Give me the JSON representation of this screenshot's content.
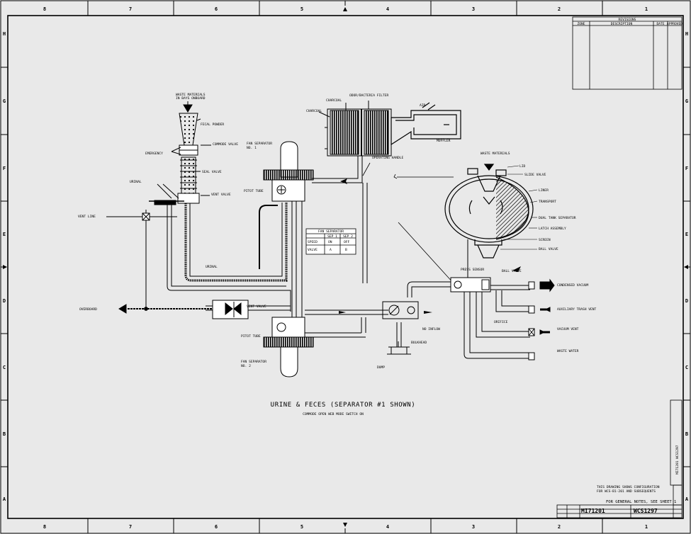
{
  "drawing": {
    "title": "URINE & FECES (SEPARATOR #1 SHOWN)",
    "subtitle": "COMMODE OPEN WEB MODE SWITCH ON"
  },
  "zones": {
    "columns": [
      "8",
      "7",
      "6",
      "5",
      "4",
      "3",
      "2",
      "1"
    ],
    "rows": [
      "H",
      "G",
      "F",
      "E",
      "D",
      "C",
      "B",
      "A"
    ]
  },
  "labels": {
    "waste_input": "WASTE MATERIALS",
    "waste_input2": "IN BAYS ONBOARD",
    "fecal_powder": "FECAL POWDER",
    "emergency": "EMERGENCY",
    "commode_valve": "COMMODE VALVE",
    "seal_valve": "SEAL VALVE",
    "vent_valve": "VENT VALVE",
    "urinal": "URINAL",
    "vent_line": "VENT LINE",
    "pitot_tube_1": "PITOT TUBE",
    "pitot_tube_2": "PITOT TUBE",
    "fan_sep_1": "FAN SEPARATOR",
    "fan_sep_2": "FAN SEPARATOR",
    "sep_no1": "NO. 1",
    "sep_no2": "NO. 2",
    "charcoal": "CHARCOAL",
    "odor_filter": "ODOR/BACTERIA FILTER",
    "muffler": "MUFFLER",
    "air": "AIR",
    "operating_handle": "OPERATING HANDLE",
    "lid": "LID",
    "slide_valve": "SLIDE VALVE",
    "liner": "LINER",
    "transport": "TRANSPORT",
    "dual_tank": "DUAL TANK SEPARATOR",
    "latch_assembly": "LATCH ASSEMBLY",
    "screen": "SCREEN",
    "ball_valve_1": "BALL VALVE",
    "ball_valve_2": "BALL VALVE",
    "pressure_sensor": "PRESS SENSOR",
    "condensed_vacuum": "CONDENSED VACUUM",
    "vacuum_vent": "VACUUM VENT",
    "aux_vent": "AUXILIARY TRASH VENT",
    "waste_water": "WASTE WATER",
    "overboard": "OVERBOARD",
    "orifice": "ORIFICE",
    "dump": "DUMP",
    "no_inflow": "NO INFLOW",
    "bulkhead": "BULKHEAD"
  },
  "table": {
    "header": "FAN SEPARATOR",
    "cols": [
      "",
      "SEP 1",
      "SEP 2"
    ],
    "rows": [
      [
        "SPEED",
        "ON",
        "OFF"
      ],
      [
        "VALVE",
        "A",
        "B"
      ]
    ]
  },
  "revision": {
    "header": "REVISIONS",
    "cols": [
      "ZONE",
      "DESCRIPTION",
      "DATE",
      "APPROVED"
    ]
  },
  "title_block": {
    "note1": "THIS DRAWING SHOWS CONFIGURATION",
    "note2": "FOR WCS-B1-201 AND SUBSEQUENTS",
    "note3": "FOR GENERAL NOTES, SEE SHEET 1",
    "drawing_no": "MI71201",
    "sheet_id": "WCS1297",
    "side_stamp": "MI71201 WCS1297"
  }
}
